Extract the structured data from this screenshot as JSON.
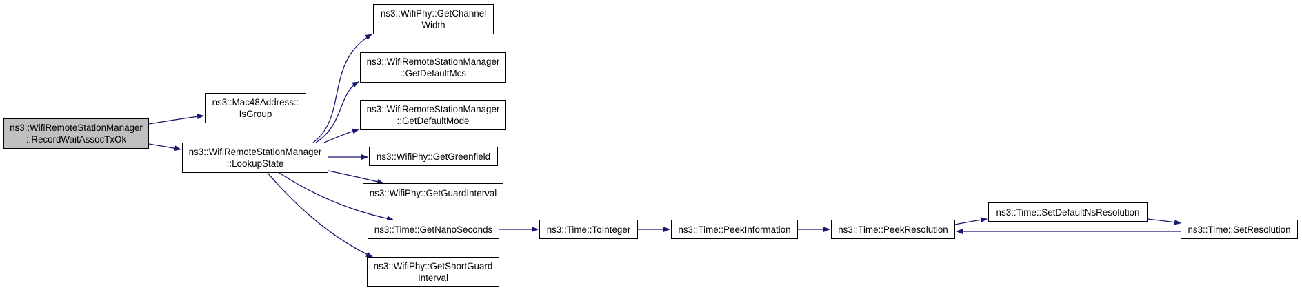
{
  "colors": {
    "edge": "#191970",
    "node_border": "#000000",
    "node_fill": "#ffffff",
    "root_fill": "#bfbfbf"
  },
  "nodes": {
    "root": {
      "line1": "ns3::WifiRemoteStationManager",
      "line2": "::RecordWaitAssocTxOk"
    },
    "mac48_isgroup": {
      "line1": "ns3::Mac48Address::",
      "line2": "IsGroup"
    },
    "lookupstate": {
      "line1": "ns3::WifiRemoteStationManager",
      "line2": "::LookupState"
    },
    "getchannelwidth": {
      "line1": "ns3::WifiPhy::GetChannel",
      "line2": "Width"
    },
    "getdefaultmcs": {
      "line1": "ns3::WifiRemoteStationManager",
      "line2": "::GetDefaultMcs"
    },
    "getdefaultmode": {
      "line1": "ns3::WifiRemoteStationManager",
      "line2": "::GetDefaultMode"
    },
    "getgreenfield": {
      "line1": "ns3::WifiPhy::GetGreenfield"
    },
    "getguardinterval": {
      "line1": "ns3::WifiPhy::GetGuardInterval"
    },
    "getnanoseconds": {
      "line1": "ns3::Time::GetNanoSeconds"
    },
    "getshortguardinterval": {
      "line1": "ns3::WifiPhy::GetShortGuard",
      "line2": "Interval"
    },
    "tointeger": {
      "line1": "ns3::Time::ToInteger"
    },
    "peekinformation": {
      "line1": "ns3::Time::PeekInformation"
    },
    "peekresolution": {
      "line1": "ns3::Time::PeekResolution"
    },
    "setdefaultnsresolution": {
      "line1": "ns3::Time::SetDefaultNsResolution"
    },
    "setresolution": {
      "line1": "ns3::Time::SetResolution"
    }
  },
  "edges": [
    {
      "from": "root",
      "to": "mac48_isgroup"
    },
    {
      "from": "root",
      "to": "lookupstate"
    },
    {
      "from": "lookupstate",
      "to": "getchannelwidth"
    },
    {
      "from": "lookupstate",
      "to": "getdefaultmcs"
    },
    {
      "from": "lookupstate",
      "to": "getdefaultmode"
    },
    {
      "from": "lookupstate",
      "to": "getgreenfield"
    },
    {
      "from": "lookupstate",
      "to": "getguardinterval"
    },
    {
      "from": "lookupstate",
      "to": "getnanoseconds"
    },
    {
      "from": "lookupstate",
      "to": "getshortguardinterval"
    },
    {
      "from": "getnanoseconds",
      "to": "tointeger"
    },
    {
      "from": "tointeger",
      "to": "peekinformation"
    },
    {
      "from": "peekinformation",
      "to": "peekresolution"
    },
    {
      "from": "peekresolution",
      "to": "setdefaultnsresolution"
    },
    {
      "from": "setdefaultnsresolution",
      "to": "setresolution"
    },
    {
      "from": "setresolution",
      "to": "peekresolution"
    }
  ]
}
